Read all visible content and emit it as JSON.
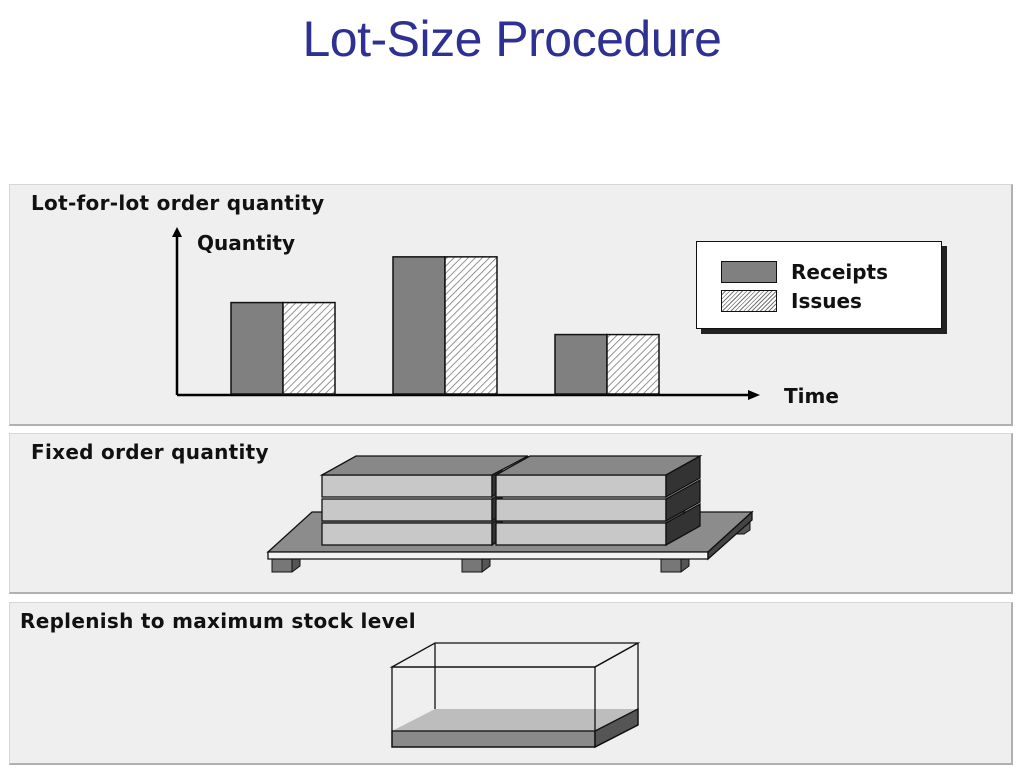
{
  "title": "Lot-Size Procedure",
  "panels": [
    {
      "heading": "Lot-for-lot order quantity",
      "y_axis_label": "Quantity",
      "x_axis_label": "Time",
      "legend": [
        {
          "label": "Receipts",
          "color": "#808080",
          "pattern": "solid"
        },
        {
          "label": "Issues",
          "color": "#ffffff",
          "pattern": "hatched"
        }
      ]
    },
    {
      "heading": "Fixed order quantity"
    },
    {
      "heading": "Replenish to maximum stock level"
    }
  ],
  "chart_data": {
    "type": "bar",
    "categories": [
      "",
      "",
      ""
    ],
    "series": [
      {
        "name": "Receipts",
        "values": [
          2,
          3,
          1.3
        ]
      },
      {
        "name": "Issues",
        "values": [
          2,
          3,
          1.3
        ]
      }
    ],
    "xlabel": "Time",
    "ylabel": "Quantity",
    "ylim": [
      0,
      3.5
    ],
    "grid": false,
    "legend": "top-right"
  },
  "colors": {
    "title": "#2e3192",
    "panel_background": "#efefef",
    "receipts": "#808080"
  },
  "icons": [
    "pallet-stack-icon",
    "stock-container-icon"
  ]
}
